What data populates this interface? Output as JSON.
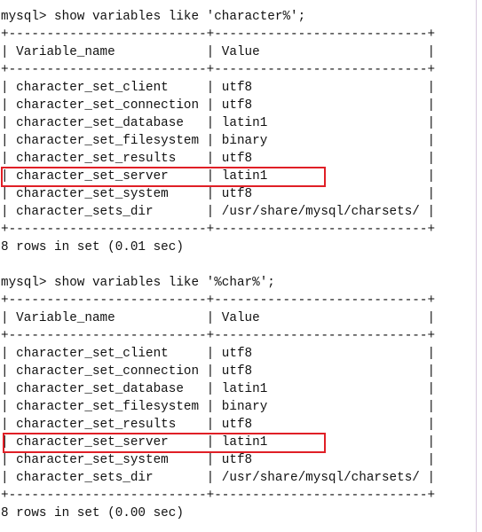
{
  "colors": {
    "highlight": "#e01f26",
    "text": "#111111",
    "background": "#ffffff"
  },
  "terminal": {
    "blocks": [
      {
        "command": "mysql> show variables like 'character%';",
        "border": "+--------------------------+----------------------------+",
        "header": "| Variable_name            | Value                      |",
        "rows": [
          "| character_set_client     | utf8                       |",
          "| character_set_connection | utf8                       |",
          "| character_set_database   | latin1                     |",
          "| character_set_filesystem | binary                     |",
          "| character_set_results    | utf8                       |",
          "| character_set_server     | latin1                     |",
          "| character_set_system     | utf8                       |",
          "| character_sets_dir       | /usr/share/mysql/charsets/ |"
        ],
        "footer": "8 rows in set (0.01 sec)",
        "highlighted_row_index": 5
      },
      {
        "command": "mysql> show variables like '%char%';",
        "border": "+--------------------------+----------------------------+",
        "header": "| Variable_name            | Value                      |",
        "rows": [
          "| character_set_client     | utf8                       |",
          "| character_set_connection | utf8                       |",
          "| character_set_database   | latin1                     |",
          "| character_set_filesystem | binary                     |",
          "| character_set_results    | utf8                       |",
          "| character_set_server     | latin1                     |",
          "| character_set_system     | utf8                       |",
          "| character_sets_dir       | /usr/share/mysql/charsets/ |"
        ],
        "footer": "8 rows in set (0.00 sec)",
        "highlighted_row_index": 5
      }
    ]
  }
}
